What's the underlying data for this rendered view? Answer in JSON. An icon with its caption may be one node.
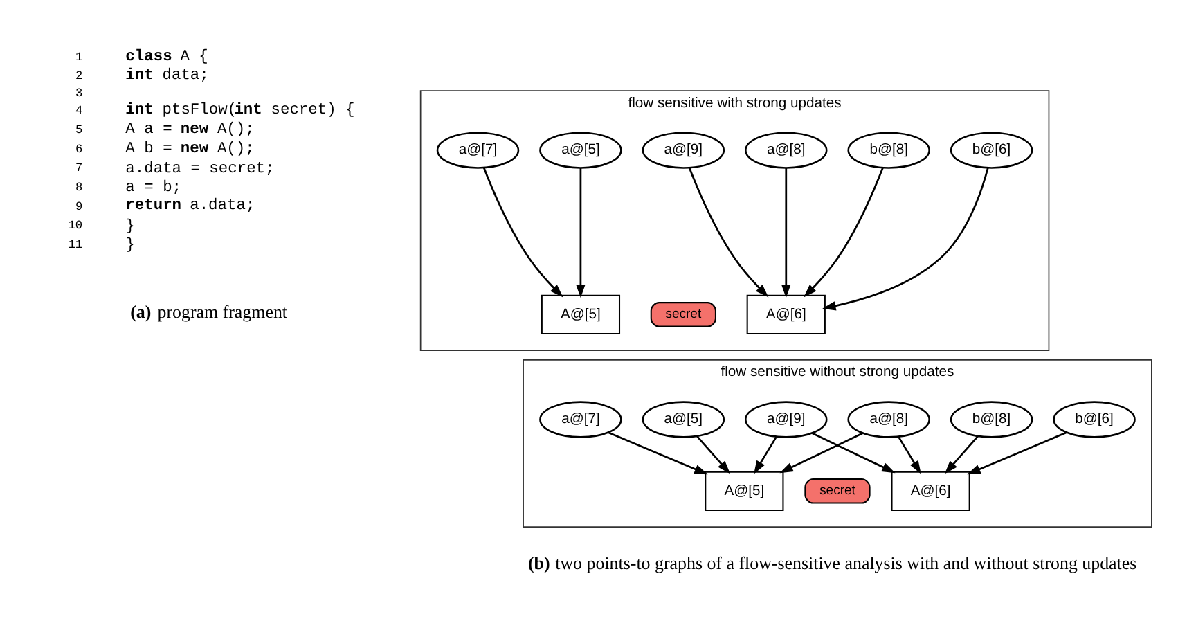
{
  "diagram": {
    "nodes": [
      {
        "text": [
          "flow sensitive with strong updates"
        ]
      },
      {
        "text": [
          "a@[5]"
        ],
        "in": 0
      },
      {
        "text": [
          "a@[7]"
        ],
        "in": 0
      },
      {
        "text": [
          "a@[8]"
        ],
        "in": 0
      },
      {
        "text": [
          "a@[9]"
        ],
        "in": 0
      },
      {
        "text": [
          "b@[6]"
        ],
        "in": 0
      },
      {
        "text": [
          "b@[8]"
        ],
        "in": 0
      },
      {
        "text": [
          "A@[5]"
        ],
        "in": 0
      },
      {
        "text": [
          "secret"
        ],
        "in": 0
      },
      {
        "text": [
          "A@[6]"
        ],
        "in": 0
      },
      {
        "text": [
          "flow sensitive without strong updates"
        ]
      },
      {
        "text": [
          "a@[5]"
        ],
        "in": 10
      },
      {
        "text": [
          "a@[7]"
        ],
        "in": 10
      },
      {
        "text": [
          "a@[8]"
        ],
        "in": 10
      },
      {
        "text": [
          "a@[9]"
        ],
        "in": 10
      },
      {
        "text": [
          "b@[6]"
        ],
        "in": 10
      },
      {
        "text": [
          "b@[8]"
        ],
        "in": 10
      },
      {
        "text": [
          "A@[5]"
        ],
        "in": 10
      },
      {
        "text": [
          "secret"
        ],
        "in": 10
      },
      {
        "text": [
          "A@[6]"
        ],
        "in": 10
      }
    ],
    "edges": [
      {
        "from": 1,
        "to": 7,
        "arrow": "to"
      },
      {
        "from": 2,
        "to": 7,
        "arrow": "to"
      },
      {
        "from": 3,
        "to": 9,
        "arrow": "to"
      },
      {
        "from": 4,
        "to": 9,
        "arrow": "to"
      },
      {
        "from": 5,
        "to": 9,
        "arrow": "to"
      },
      {
        "from": 6,
        "to": 9,
        "arrow": "to"
      },
      {
        "from": 11,
        "to": 17,
        "arrow": "to"
      },
      {
        "from": 12,
        "to": 17,
        "arrow": "to"
      },
      {
        "from": 13,
        "to": 17,
        "arrow": "to"
      },
      {
        "from": 13,
        "to": 19,
        "arrow": "to"
      },
      {
        "from": 14,
        "to": 17,
        "arrow": "to"
      },
      {
        "from": 14,
        "to": 19,
        "arrow": "to"
      },
      {
        "from": 15,
        "to": 19,
        "arrow": "to"
      },
      {
        "from": 16,
        "to": 19,
        "arrow": "to"
      }
    ],
    "labels": [
      "1",
      "**class** A {",
      "2",
      "**int** data;",
      "3",
      "4",
      "**int** ptsFlow(**int** secret) {",
      "5",
      "A a = **new** A();",
      "6",
      "A b = **new** A();",
      "7",
      "a.data = secret;",
      "8",
      "a = b;",
      "9",
      "**return** a.data;",
      "10",
      "}",
      "11",
      "}",
      "**(a)** program fragment",
      "**(b)** two points-to graphs of a flow-sensitive analysis with and without strong updates"
    ]
  }
}
